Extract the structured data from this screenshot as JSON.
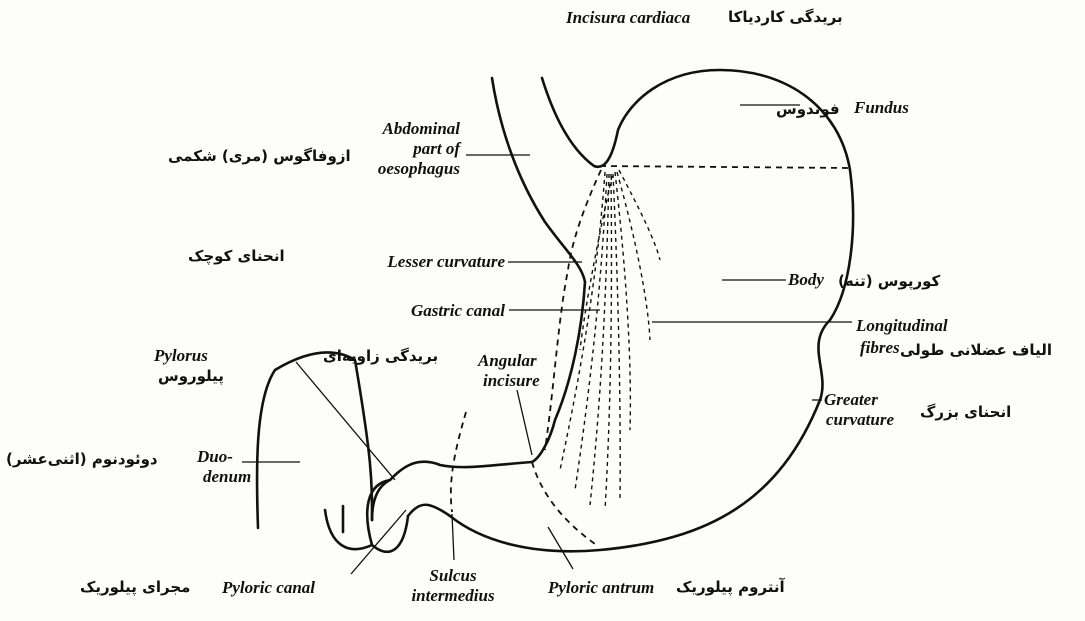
{
  "labels": {
    "incisura_cardiaca": {
      "en": "Incisura cardiaca",
      "fa": "بریدگی کاردیاکا"
    },
    "fundus": {
      "en": "Fundus",
      "fa": "فوندوس"
    },
    "abdominal_oesophagus": {
      "en_line1": "Abdominal",
      "en_line2": "part of",
      "en_line3": "oesophagus",
      "fa": "ازوفاگوس (مری) شکمی"
    },
    "lesser_curvature": {
      "en": "Lesser curvature",
      "fa": "انحنای کوچک"
    },
    "body": {
      "en": "Body",
      "fa": "کورپوس (تنه)"
    },
    "gastric_canal": {
      "en": "Gastric canal"
    },
    "longitudinal_fibres": {
      "en_line1": "Longitudinal",
      "en_line2": "fibres",
      "fa": "الیاف عضلانی طولی"
    },
    "pylorus": {
      "en": "Pylorus",
      "fa": "پیلوروس"
    },
    "angular_incisure": {
      "en_line1": "Angular",
      "en_line2": "incisure",
      "fa": "بریدگی زاویه‌ای"
    },
    "greater_curvature": {
      "en_line1": "Greater",
      "en_line2": "curvature",
      "fa": "انحنای بزرگ"
    },
    "duodenum": {
      "en_line1": "Duo-",
      "en_line2": "denum",
      "fa": "دوئودنوم (اثنی‌عشر)"
    },
    "pyloric_canal": {
      "en": "Pyloric canal",
      "fa": "مجرای پیلوریک"
    },
    "sulcus_intermedius": {
      "en_line1": "Sulcus",
      "en_line2": "intermedius"
    },
    "pyloric_antrum": {
      "en": "Pyloric antrum",
      "fa": "آنتروم پیلوریک"
    }
  }
}
